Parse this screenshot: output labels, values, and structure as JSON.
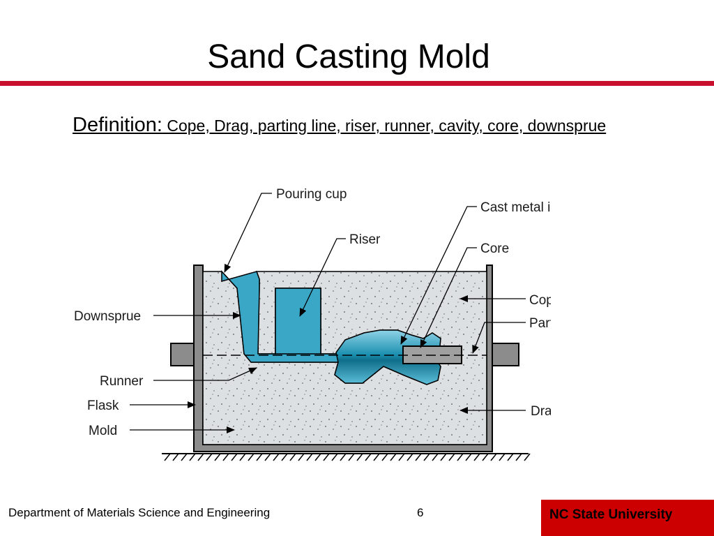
{
  "slide": {
    "title": "Sand Casting Mold",
    "definition_lead": "Definition:",
    "definition_text": " Cope, Drag, parting line, riser, runner, cavity, core, downsprue"
  },
  "diagram": {
    "labels": {
      "pouring_cup": "Pouring cup",
      "riser": "Riser",
      "cast_metal": "Cast metal in cavity",
      "core": "Core",
      "cope": "Cope",
      "parting_line": "Parting line",
      "downsprue": "Downsprue",
      "runner": "Runner",
      "flask": "Flask",
      "mold": "Mold",
      "drag": "Drag"
    },
    "colors": {
      "sand": "#dde0e3",
      "metal": "#3aa7c7",
      "metal_dark": "#0f6f8a",
      "core": "#a0a0a0",
      "flask": "#8c8c8c"
    }
  },
  "footer": {
    "department": "Department of Materials Science and Engineering",
    "page_number": "6",
    "university": "NC State University",
    "accent_color": "#cc0000"
  }
}
